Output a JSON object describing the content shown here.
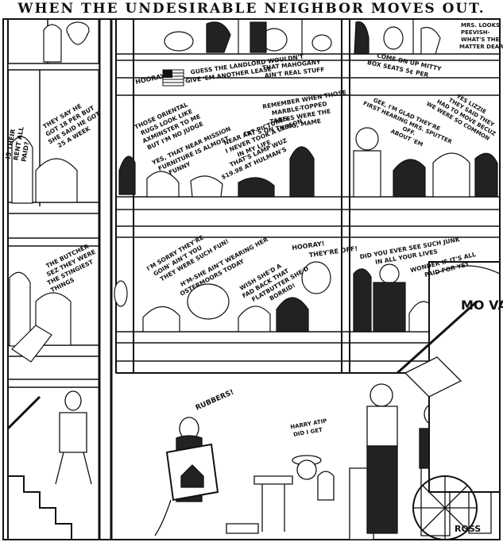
{
  "title": "WHEN THE UNDESIRABLE NEIGHBOR MOVES OUT.",
  "signature": "ROSS",
  "wagon_lettering": "MO VAN",
  "balloons": {
    "mrs_looks": [
      "MRS. LOOKS",
      "PEEVISH-",
      "WHAT'S THE",
      "MATTER DEAR"
    ],
    "hooray": [
      "HOORAY!"
    ],
    "guess_landlord": [
      "GUESS THE LANDLORD WOULDN'T",
      "GIVE 'EM ANOTHER LEASE"
    ],
    "mahogany": [
      "THAT MAHOGANY",
      "AIN'T REAL STUFF"
    ],
    "come_on_up": [
      "COME ON UP MITTY",
      "BOX SEATS 5¢ PER"
    ],
    "is_there_rent": [
      "IS THEIR",
      "RENT ALL",
      "PAID?"
    ],
    "they_say": [
      "THEY SAY HE",
      "GOT 18 PER BUT",
      "SHE SAID HE GOT",
      "25 A WEEK"
    ],
    "oriental_rugs": [
      "THOSE ORIENTAL",
      "RUGS LOOK LIKE",
      "AXMINSTER TO ME",
      "BUT I'M NO JUDGE"
    ],
    "remember": [
      "REMEMBER WHEN THOSE",
      "MARBLE-TOPPED",
      "TABLES WERE THE",
      "CAT'S ON THING, MAME"
    ],
    "art_pictures": [
      "NEAR ART PICTURES.",
      "I NEVER TOOK A LESSON",
      "IN MY LIFE"
    ],
    "mission": [
      "YES, THAT NEAR MISSION",
      "FURNITURE IS ALMOST",
      "FUNNY"
    ],
    "lamp": [
      "THAT'S LAMP WUZ",
      "$19.98 AT HULMAN'S"
    ],
    "yes_lizzie": [
      "YES LIZZIE",
      "THEY SAID THEY",
      "HAD TO MOVE BECUZ",
      "WE WERE SO COMMON"
    ],
    "gee_glad": [
      "GEE, I'M GLAD THEY'RE",
      "FIRST HEARING MRS. SPUTTER",
      "OFF.",
      "ABOUT 'EM"
    ],
    "butcher": [
      "THE BUTCHER",
      "SEZ THEY WERE",
      "THE STINGIEST",
      "THINGS"
    ],
    "sorry": [
      "I'M SORRY THEY'RE",
      "GOIN' AIN'T YOU",
      "THEY WERE SUCH FUN!"
    ],
    "ostermoors": [
      "H'M-SHE AIN'T WEARING HER",
      "OSTERMOORS TODAY"
    ],
    "fad_back": [
      "WISH SHE'D A",
      "FAD BACK THAT",
      "FLATBUTTER SHE'D",
      "BORRID!"
    ],
    "theyre_off": [
      "HOORAY!",
      "THEY'RE OFF!"
    ],
    "junk": [
      "DID YOU EVER SEE SUCH JUNK",
      "IN ALL YOUR LIVES"
    ],
    "paid_for": [
      "WONDER IF IT'S ALL",
      "PAID FOR YET"
    ],
    "rubbers": [
      "RUBBERS!"
    ],
    "harry_atip": [
      "HARRY ATIP",
      "DID I GET"
    ]
  }
}
